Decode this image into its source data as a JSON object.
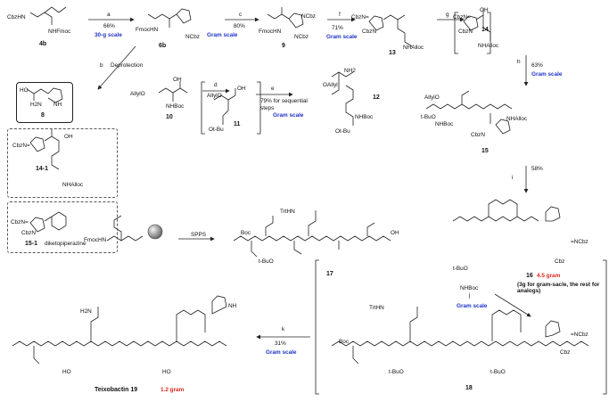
{
  "compounds": {
    "c4b": "4b",
    "c6b": "6b",
    "c9": "9",
    "c13": "13",
    "c14": "14",
    "c8": "8",
    "c10": "10",
    "c11": "11",
    "c12": "12",
    "c15": "15",
    "c14_1": "14-1",
    "c15_1": "15-1",
    "c15_1_desc": "diketopiperazine",
    "c17": "17",
    "c16": "16",
    "c16_amount": "4.5 gram",
    "c16_note": "(3g for gram-sacle, the rest for analogs)",
    "c18": "18",
    "teix": "Teixobactin 19",
    "teix_amount": "1.2 gram"
  },
  "steps": {
    "a": "a",
    "a_yield": "66%",
    "a_scale": "30-g scale",
    "b": "b",
    "b_label": "Deprotection",
    "c": "c",
    "c_yield": "80%",
    "c_scale": "Gram scale",
    "f": "f",
    "f_yield": "71%",
    "f_scale": "Gram scale",
    "g": "g",
    "h": "h",
    "h_yield": "63%",
    "h_scale": "Gram scale",
    "d": "d",
    "e": "e",
    "e_yield": "79% for sequential",
    "e_yield2": "steps",
    "e_scale": "Gram scale",
    "i": "i",
    "i_yield": "58%",
    "spps": "SPPS",
    "j": "j",
    "j_scale": "Gram scale",
    "k": "k",
    "k_yield": "31%",
    "k_scale": "Gram scale"
  },
  "groups": {
    "cbzhn": "CbzHN",
    "nhfmoc": "NHFmoc",
    "fmochn": "FmocHN",
    "ncbz": "NCbz",
    "cbzn": "CbzN",
    "cbzn_eq": "CbzN=",
    "nhalloc": "NHAlloc",
    "allylo": "AllylO",
    "oallyl": "OAllyl",
    "nhboc": "NHBoc",
    "otbu": "Ot-Bu",
    "tbuo": "t-BuO",
    "tbuo2": "t-BuO",
    "trthn": "TrtHN",
    "boc": "Boc",
    "nh2": "NH2",
    "h2n": "H2N",
    "ho": "HO",
    "oh": "OH",
    "nh": "NH",
    "o": "O",
    "n": "N",
    "cbz": "Cbz",
    "ncbz_eq": "=NCbz",
    "tbuo3": "t-BuO",
    "ho2": "HO",
    "ho3": "HO"
  },
  "colors": {
    "blue": "#1f33c8",
    "red": "#e0261b",
    "ink": "#222222"
  }
}
